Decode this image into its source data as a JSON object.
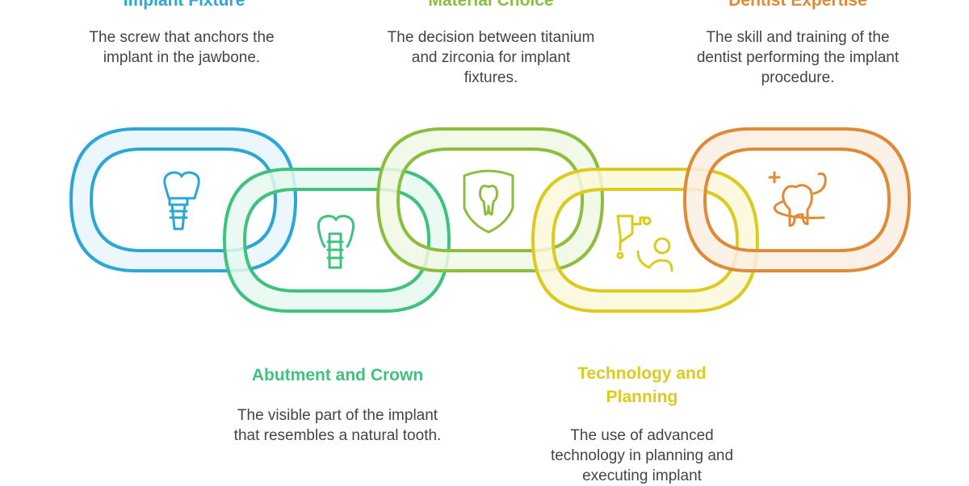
{
  "colors": {
    "blue": "#2aa7d6",
    "green": "#3ec27e",
    "lime": "#8dbd3f",
    "yellow": "#dcca1e",
    "orange": "#df8a36"
  },
  "items": [
    {
      "title": "Implant Fixture",
      "desc": "The screw that anchors the implant in the jawbone.",
      "icon": "dental-implant-icon"
    },
    {
      "title": "Abutment and Crown",
      "desc": "The visible part of the implant that resembles a natural tooth.",
      "icon": "implant-crown-icon"
    },
    {
      "title": "Material Choice",
      "desc": "The decision between titanium and zirconia for implant fixtures.",
      "icon": "tooth-shield-icon"
    },
    {
      "title": "Technology and Planning",
      "desc": "The use of advanced technology in planning and executing implant",
      "icon": "dental-technology-icon"
    },
    {
      "title": "Dentist Expertise",
      "desc": "The skill and training of the dentist performing the implant procedure.",
      "icon": "tooth-care-icon"
    }
  ]
}
